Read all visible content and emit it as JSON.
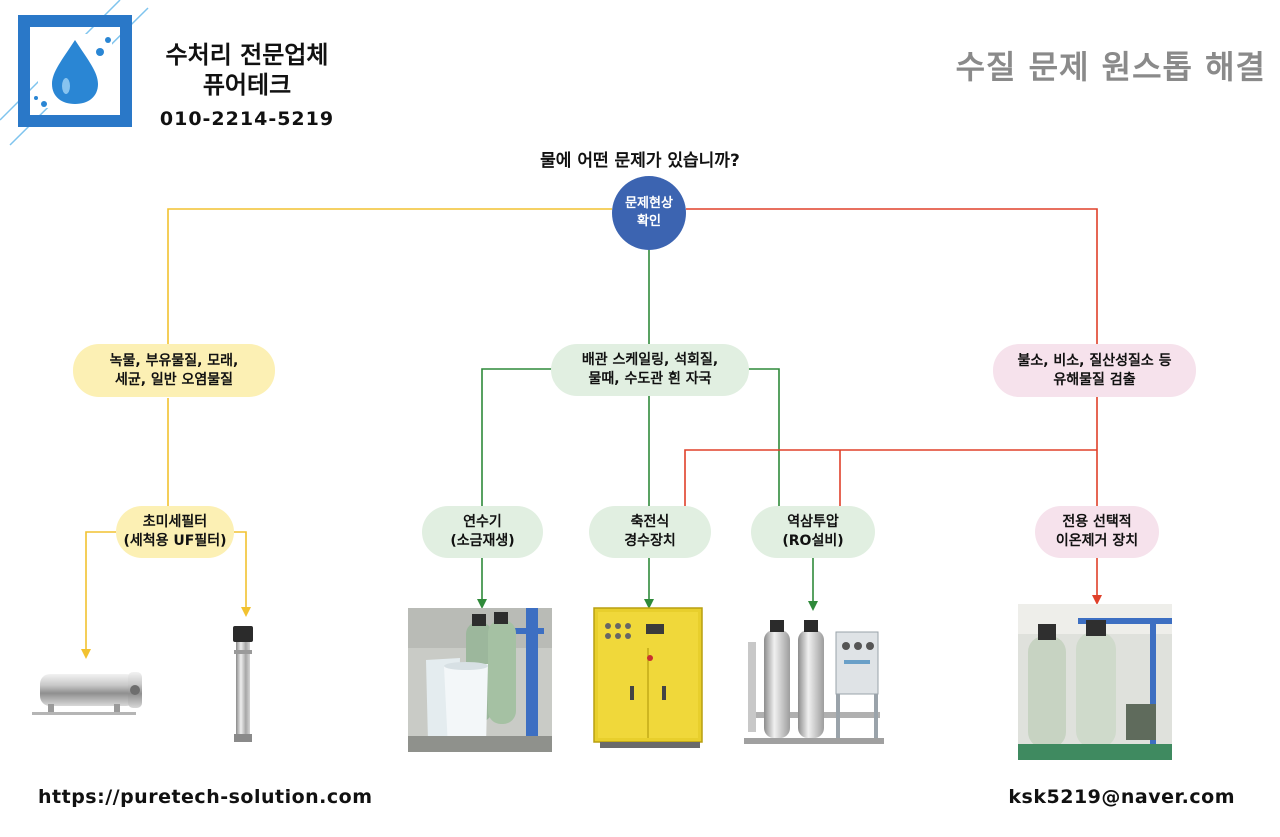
{
  "header": {
    "company_line1": "수처리 전문업체",
    "company_line2": "퓨어테크",
    "phone": "010-2214-5219",
    "headline": "수질 문제 원스톱 해결"
  },
  "question": "물에 어떤 문제가 있습니까?",
  "center_node": "문제현상\n확인",
  "problems": {
    "turbidity": "녹물, 부유물질, 모래,\n세균, 일반 오염물질",
    "scale": "배관 스케일링, 석회질,\n물때, 수도관 흰 자국",
    "hazardous": "불소, 비소, 질산성질소 등\n유해물질 검출"
  },
  "solutions": {
    "uf_filter": "초미세필터\n(세척용 UF필터)",
    "softener": "연수기\n(소금재생)",
    "capacitive": "축전식\n경수장치",
    "ro": "역삼투압\n(RO설비)",
    "ion_removal": "전용 선택적\n이온제거 장치"
  },
  "footer": {
    "website": "https://puretech-solution.com",
    "email": "ksk5219@naver.com"
  },
  "colors": {
    "yellow_line": "#f2c230",
    "green_line": "#2f8a3a",
    "red_line": "#e0402a",
    "brand_blue": "#2a78c8",
    "center_blue": "#3c64b1",
    "headline_gray": "#8a8a8a"
  },
  "icons": [
    "water-drop-logo-icon"
  ]
}
